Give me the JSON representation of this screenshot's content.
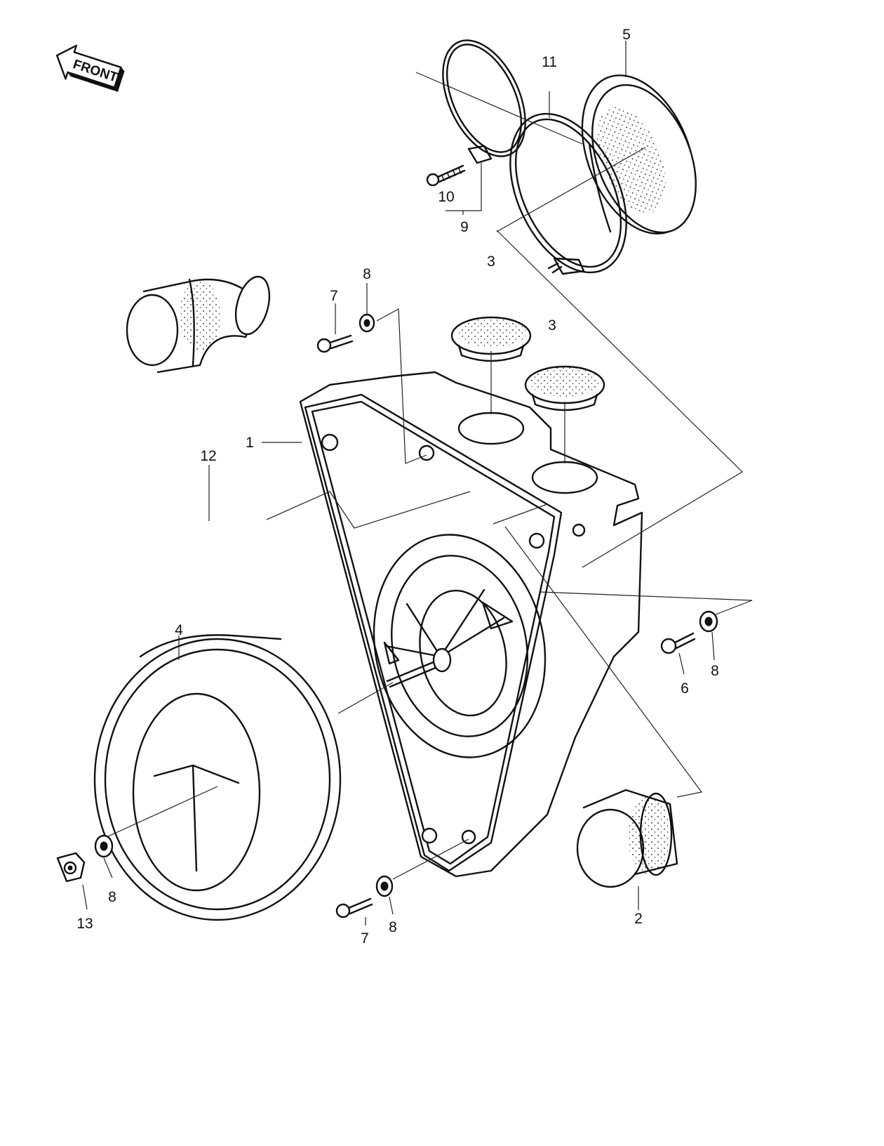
{
  "front_badge": "FRONT",
  "callouts": {
    "n1": "1",
    "n2": "2",
    "n3a": "3",
    "n3b": "3",
    "n4": "4",
    "n5": "5",
    "n6": "6",
    "n7a": "7",
    "n7b": "7",
    "n8a": "8",
    "n8b": "8",
    "n8c": "8",
    "n8d": "8",
    "n9": "9",
    "n10": "10",
    "n11": "11",
    "n12": "12",
    "n13": "13"
  },
  "colors": {
    "ink": "#111111",
    "paper": "#ffffff"
  }
}
